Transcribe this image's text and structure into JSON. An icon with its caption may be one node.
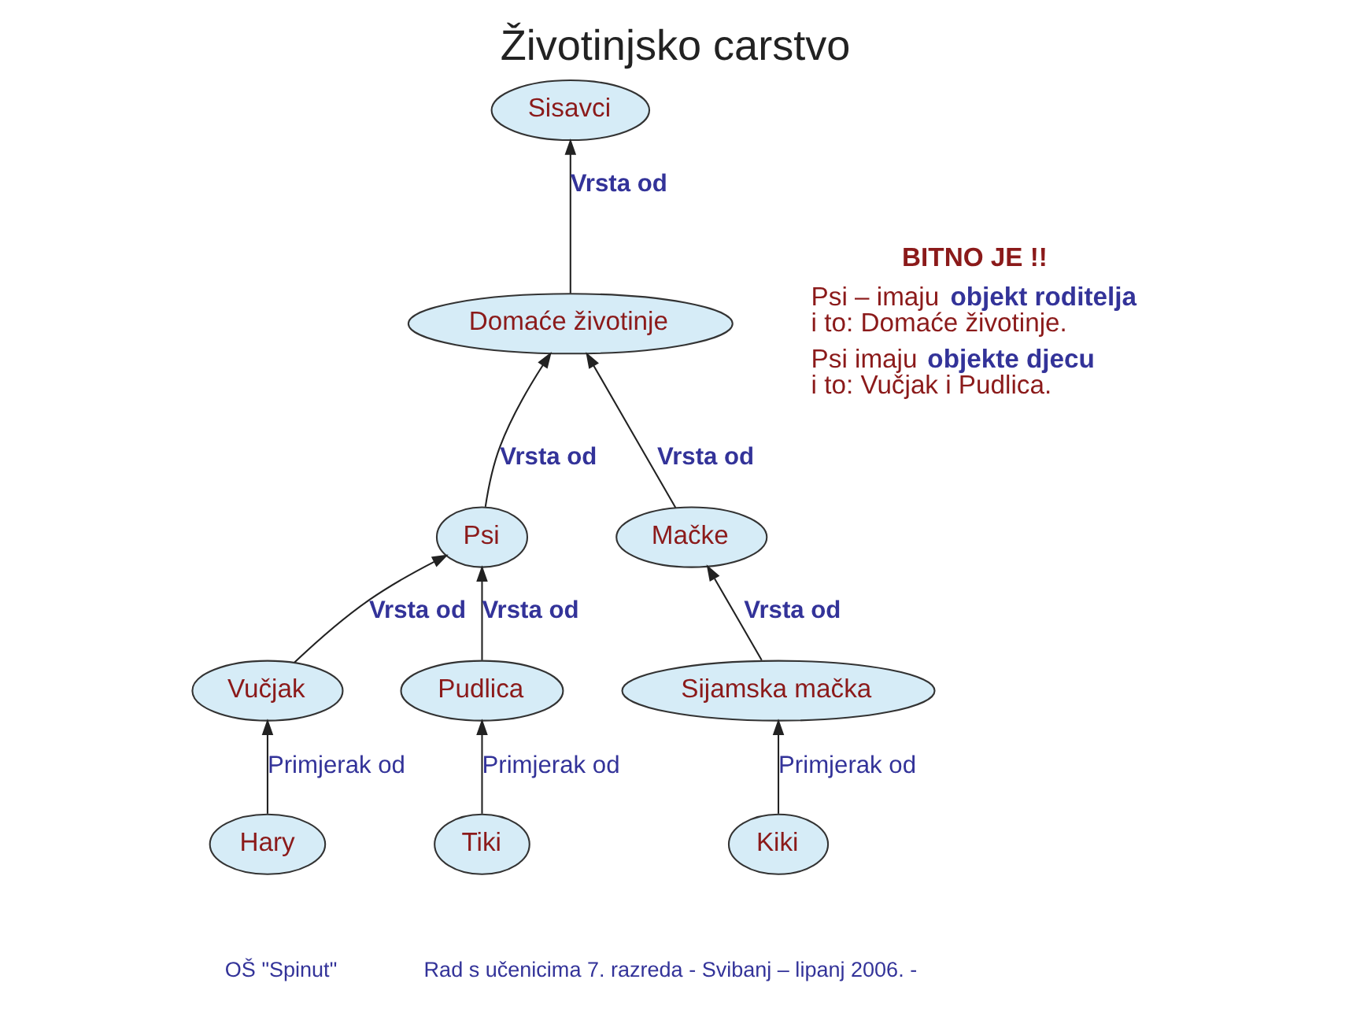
{
  "diagram": {
    "title": "Životinjsko carstvo",
    "caption": "Rad s učenicima 7. razreda - Svibanj – lipanj 2006. -",
    "nodes": [
      {
        "text": [
          "Sisavci"
        ]
      },
      {
        "text": [
          "Domaće životinje"
        ]
      },
      {
        "text": [
          "Psi"
        ]
      },
      {
        "text": [
          "Mačke"
        ]
      },
      {
        "text": [
          "Vučjak"
        ]
      },
      {
        "text": [
          "Pudlica"
        ]
      },
      {
        "text": [
          "Sijamska mačka"
        ]
      },
      {
        "text": [
          "Hary"
        ]
      },
      {
        "text": [
          "Tiki"
        ]
      },
      {
        "text": [
          "Kiki"
        ]
      }
    ],
    "edges": [
      {
        "from": 1,
        "to": 0,
        "arrow": "to",
        "label": "Vrsta od"
      },
      {
        "from": 2,
        "to": 1,
        "arrow": "to",
        "label": "Vrsta od"
      },
      {
        "from": 3,
        "to": 1,
        "arrow": "to",
        "label": "Vrsta od"
      },
      {
        "from": 4,
        "to": 2,
        "arrow": "to",
        "label": "Vrsta od"
      },
      {
        "from": 5,
        "to": 2,
        "arrow": "to",
        "label": "Vrsta od"
      },
      {
        "from": 6,
        "to": 3,
        "arrow": "to",
        "label": "Vrsta od"
      },
      {
        "from": 7,
        "to": 4,
        "arrow": "to",
        "label": "Primjerak od"
      },
      {
        "from": 8,
        "to": 5,
        "arrow": "to",
        "label": "Primjerak od"
      },
      {
        "from": 9,
        "to": 6,
        "arrow": "to",
        "label": "Primjerak od"
      }
    ],
    "labels": [
      "BITNO JE !!",
      "Psi – imaju **objekt roditelja** i to: Domaće životinje.",
      "Psi imaju **objekte djecu** i to: Vučjak i Pudlica.",
      "OŠ \"Spinut\""
    ]
  }
}
